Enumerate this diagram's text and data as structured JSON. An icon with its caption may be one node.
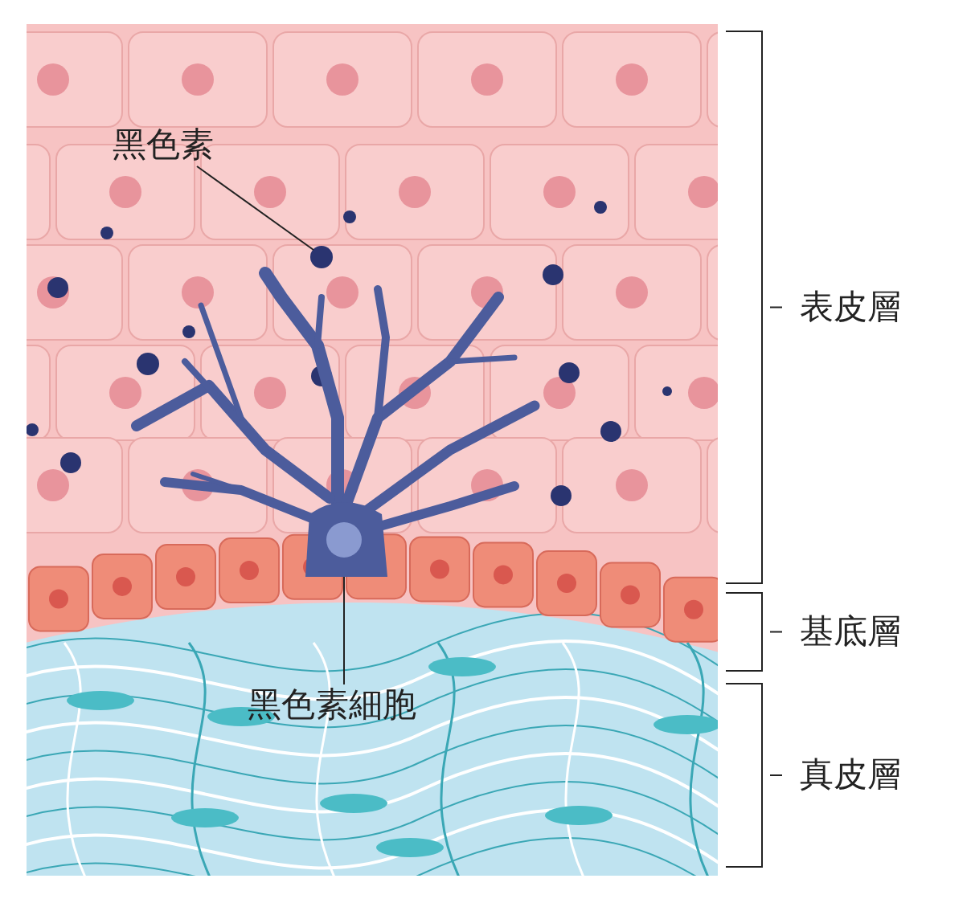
{
  "diagram": {
    "nodes": [
      {
        "text": [
          "黑色素"
        ]
      },
      {
        "text": [],
        "shape": "circle"
      },
      {
        "text": [
          "黑色素細胞"
        ]
      },
      {
        "text": [],
        "shape": "picture"
      }
    ],
    "edges": [
      {
        "from": 0,
        "to": 1,
        "arrow": "none"
      },
      {
        "from": 2,
        "to": 3,
        "arrow": "none"
      }
    ],
    "labels": [
      "表皮層",
      "基底層",
      "真皮層"
    ]
  }
}
